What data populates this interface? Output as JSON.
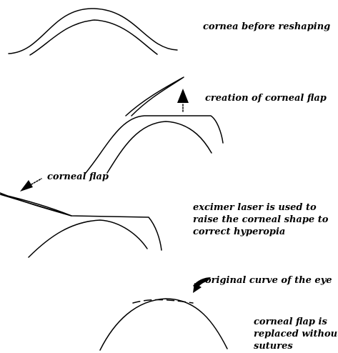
{
  "labels": {
    "step1": "cornea before reshaping",
    "step2": "creation of corneal flap",
    "flap": "corneal flap",
    "step3": [
      "excimer laser is used to",
      "raise the corneal shape to",
      "correct hyperopia"
    ],
    "original_curve": "original curve of the eye",
    "step4": [
      "corneal flap is",
      "replaced without",
      "sutures"
    ]
  },
  "colors": {
    "ink": "#000000",
    "background": "#ffffff"
  },
  "icons": {
    "lift_arrow": "arrow-up-right-icon",
    "flap_arrow": "arrow-down-left-icon",
    "pointer_arrow": "curved-arrow-down-left-icon"
  }
}
